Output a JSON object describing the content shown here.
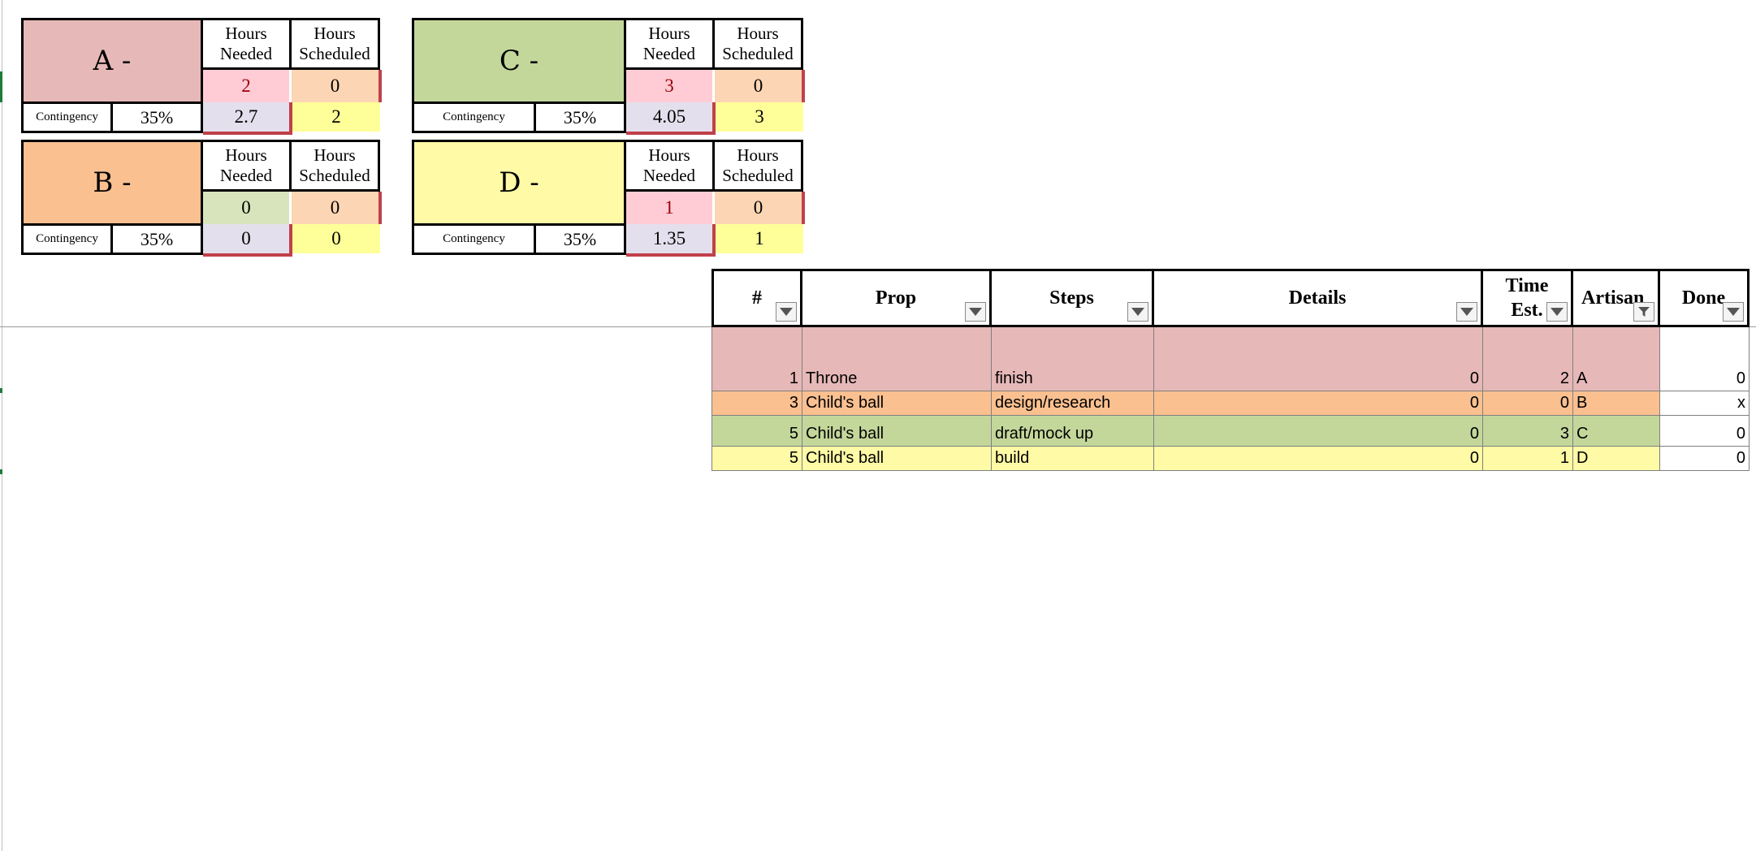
{
  "colors": {
    "a_bg": "#e6b8b7",
    "b_bg": "#fac090",
    "c_bg": "#c4d79b",
    "d_bg": "#fffaa6",
    "needed_red": "#ffccd5",
    "needed_green": "#d8e4bc",
    "scheduled": "#fcd5b4",
    "with_contingency": "#e4dfec",
    "scheduled_total": "#ffff99",
    "red_text": "#9c0006"
  },
  "blocks": {
    "a": {
      "title": "A -",
      "hours_needed_label": "Hours Needed",
      "hours_scheduled_label": "Hours Scheduled",
      "needed": "2",
      "scheduled": "0",
      "contingency_label": "Contingency",
      "contingency": "35%",
      "needed_with_contingency": "2.7",
      "scheduled_total": "2"
    },
    "b": {
      "title": "B -",
      "hours_needed_label": "Hours Needed",
      "hours_scheduled_label": "Hours Scheduled",
      "needed": "0",
      "scheduled": "0",
      "contingency_label": "Contingency",
      "contingency": "35%",
      "needed_with_contingency": "0",
      "scheduled_total": "0"
    },
    "c": {
      "title": "C -",
      "hours_needed_label": "Hours Needed",
      "hours_scheduled_label": "Hours Scheduled",
      "needed": "3",
      "scheduled": "0",
      "contingency_label": "Contingency",
      "contingency": "35%",
      "needed_with_contingency": "4.05",
      "scheduled_total": "3"
    },
    "d": {
      "title": "D -",
      "hours_needed_label": "Hours Needed",
      "hours_scheduled_label": "Hours Scheduled",
      "needed": "1",
      "scheduled": "0",
      "contingency_label": "Contingency",
      "contingency": "35%",
      "needed_with_contingency": "1.35",
      "scheduled_total": "1"
    }
  },
  "table": {
    "columns": [
      "#",
      "Prop",
      "Steps",
      "Details",
      "Time Est.",
      "Artisan",
      "Done"
    ],
    "header_display": {
      "time_est": "Time\nEst.",
      "artisan": "Artisan",
      "done": "Done"
    },
    "rows": [
      {
        "num": "1",
        "prop": "Throne",
        "steps": "finish",
        "details": "0",
        "time_est": "2",
        "artisan": "A",
        "done": "0"
      },
      {
        "num": "3",
        "prop": "Child's ball",
        "steps": "design/research",
        "details": "0",
        "time_est": "0",
        "artisan": "B",
        "done": "x"
      },
      {
        "num": "5",
        "prop": "Child's ball",
        "steps": "draft/mock up",
        "details": "0",
        "time_est": "3",
        "artisan": "C",
        "done": "0"
      },
      {
        "num": "5",
        "prop": "Child's ball",
        "steps": "build",
        "details": "0",
        "time_est": "1",
        "artisan": "D",
        "done": "0"
      }
    ]
  }
}
